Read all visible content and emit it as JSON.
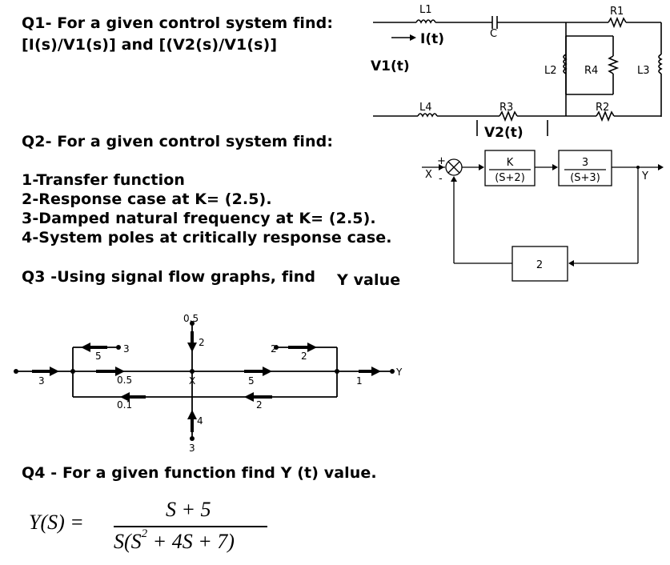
{
  "q1": {
    "title": "Q1- For a given control system find:",
    "ask": "[I(s)/V1(s)] and [(V2(s)/V1(s)]",
    "circuit": {
      "L1": "L1",
      "C": "C",
      "R1": "R1",
      "I": "I(t)",
      "V1": "V1(t)",
      "L2": "L2",
      "R4": "R4",
      "L3": "L3",
      "L4": "L4",
      "R3": "R3",
      "R2": "R2",
      "V2": "V2(t)"
    }
  },
  "q2": {
    "title": "Q2- For a given control system find:",
    "items": [
      "1-Transfer function",
      "2-Response case at K= (2.5).",
      "3-Damped natural frequency at K= (2.5).",
      "4-System poles at critically response case."
    ],
    "block": {
      "input": "X",
      "plus": "+",
      "minus": "-",
      "g1_num": "K",
      "g1_den": "(S+2)",
      "g2_num": "3",
      "g2_den": "(S+3)",
      "feedback": "2",
      "output": "Y"
    }
  },
  "q3": {
    "title": "Q3 -Using signal flow graphs, find",
    "title_y": "Y value",
    "sfg": {
      "top_node_val": "0.5",
      "top_gain": "2",
      "bottom_node_val": "3",
      "bottom_gain": "4",
      "input_gain": "3",
      "left_branch_gain": "5",
      "left_branch_node": "3",
      "right_branch_node": "2",
      "right_branch_gain": "2",
      "mid_left_gain": "0.5",
      "mid_x": "X",
      "mid_right_gain": "5",
      "output_gain": "1",
      "output": "Y",
      "bot_left_gain": "0.1",
      "bot_right_gain": "2"
    }
  },
  "q4": {
    "title": "Q4 - For a given function find Y (t) value.",
    "lhs": "Y(S) =",
    "num": "S + 5",
    "den_a": "S(S",
    "den_exp": "2",
    "den_b": " + 4S + 7)"
  }
}
